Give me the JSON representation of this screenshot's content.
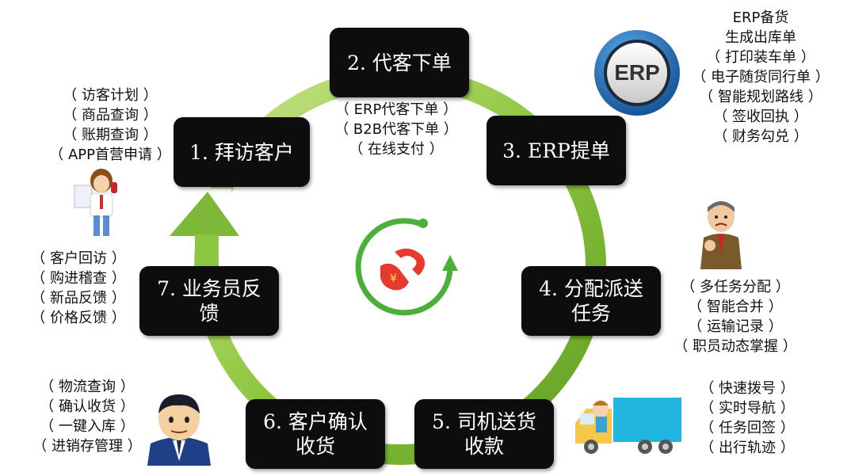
{
  "steps": {
    "s1": "1. 拜访客户",
    "s2": "2. 代客下单",
    "s3": "3. ERP提单",
    "s4": "4. 分配派送\n任务",
    "s5": "5. 司机送货\n收款",
    "s6": "6. 客户确认\n收货",
    "s7": "7. 业务员反\n馈"
  },
  "notes": {
    "visit": [
      "（ 访客计划 ）",
      "（ 商品查询 ）",
      "（ 账期查询 ）",
      "（ APP首营申请 ）"
    ],
    "order": [
      "（ ERP代客下单 ）",
      "（ B2B代客下单 ）",
      "（ 在线支付 ）"
    ],
    "erp": [
      "ERP备货",
      "生成出库单",
      "（ 打印装车单 ）",
      "（ 电子随货同行单 ）",
      "（ 智能规划路线 ）",
      "（ 签收回执 ）",
      "（ 财务勾兑 ）"
    ],
    "dispatch": [
      "（ 多任务分配 ）",
      "（ 智能合并 ）",
      "（ 运输记录 ）",
      "（ 职员动态掌握 ）"
    ],
    "driver": [
      "（ 快速拨号 ）",
      "（ 实时导航 ）",
      "（ 任务回签 ）",
      "（ 出行轨迹 ）"
    ],
    "confirm": [
      "（ 物流查询 ）",
      "（ 确认收货 ）",
      "（ 一键入库 ）",
      "（ 进销存管理 ）"
    ],
    "feedback": [
      "（ 客户回访 ）",
      "（ 购进稽查 ）",
      "（ 新品反馈 ）",
      "（ 价格反馈 ）"
    ]
  },
  "erp_logo": "ERP",
  "colors": {
    "ring": "#8dc63f",
    "ring_dark": "#5a9a1e",
    "box": "#0d0d0d",
    "logo_red": "#e8392f",
    "logo_green": "#4caf3a"
  },
  "icons": [
    "erp-logo-icon",
    "phone-girl-icon",
    "worried-man-icon",
    "delivery-truck-icon",
    "businessman-icon",
    "center-brand-icon"
  ]
}
